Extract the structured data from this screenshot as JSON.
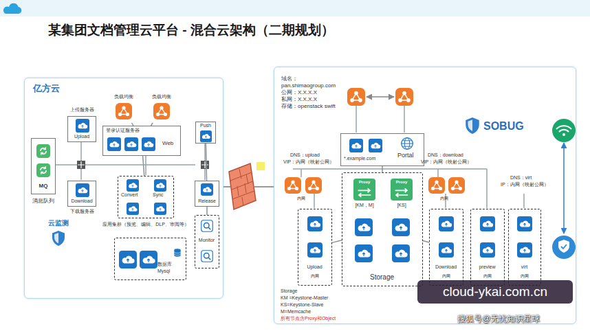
{
  "diagram": {
    "title": "某集团文档管理云平台 - 混合云架构（二期规划）",
    "nodes": [
      {
        "text": [
          "亿方云"
        ]
      },
      {
        "text": [
          "负载均衡"
        ],
        "in": 0
      },
      {
        "text": [
          "负载均衡"
        ],
        "in": 0
      },
      {
        "text": [
          "登录认证服务器",
          "Web"
        ],
        "in": 0
      },
      {
        "text": [
          "Push"
        ],
        "in": 0
      },
      {
        "text": [
          "上传服务器",
          "Upload"
        ],
        "in": 0
      },
      {
        "text": [
          "MQ",
          "消息队列"
        ],
        "in": 0
      },
      {
        "text": [
          "Download",
          "下载服务器"
        ],
        "in": 0
      },
      {
        "text": [
          "Convert",
          "Sync",
          "应用集群（预览、编辑、DLP、审阅等）"
        ],
        "in": 0
      },
      {
        "text": [
          "Release"
        ],
        "in": 0
      },
      {
        "text": [
          "Monitor"
        ],
        "in": 0
      },
      {
        "text": [
          "数据库",
          "Mysql"
        ],
        "in": 0
      },
      {
        "text": [
          "云监测"
        ],
        "in": 0
      },
      {
        "text": [
          "域名：",
          "pan.shimaogroup.com",
          "公网：X.X.X.X",
          "私网：X.X.X.X",
          "存储：openstack swift"
        ]
      },
      {
        "text": [
          "*.example.com",
          "Portal"
        ],
        "in": 13
      },
      {
        "text": [
          "Upload",
          "内网"
        ],
        "in": 13
      },
      {
        "text": [
          "Storage"
        ],
        "in": 13
      },
      {
        "text": [
          "Proxy",
          "[KM，M]"
        ],
        "in": 16
      },
      {
        "text": [
          "Proxy",
          "[KS]"
        ],
        "in": 16
      },
      {
        "text": [
          "Download",
          "内网"
        ],
        "in": 13
      },
      {
        "text": [
          "preview",
          "内网"
        ],
        "in": 13
      },
      {
        "text": [
          "virt",
          "内网"
        ],
        "in": 13
      }
    ],
    "edges": [
      {
        "from": 1,
        "to": 3,
        "arrow": "none"
      },
      {
        "from": 2,
        "to": 3,
        "arrow": "none"
      },
      {
        "from": 3,
        "to": 8,
        "arrow": "none"
      },
      {
        "from": 4,
        "to": 9,
        "arrow": "none"
      },
      {
        "from": 9,
        "to": 10,
        "arrow": "none"
      },
      {
        "from": 14,
        "to": 16,
        "arrow": "none"
      },
      {
        "from": 15,
        "to": 16,
        "arrow": "none"
      },
      {
        "from": 16,
        "to": 19,
        "arrow": "none"
      }
    ],
    "labels": [
      "DNS：upload",
      "VIP：内网（映射公网）",
      "内网",
      "DNS：download",
      "VIP：内网（映射公网）",
      "内网",
      "DNS：virt",
      "IP：内网（映射公网）",
      "SOBUG",
      "Storage",
      "KM =Keystone-Master",
      "KS=Keystone-Slave",
      "M=Memcache",
      "所有节点含Proxy和Object",
      "cloud-ykai.com.cn",
      "搜狐号@无忧知识星球"
    ]
  }
}
